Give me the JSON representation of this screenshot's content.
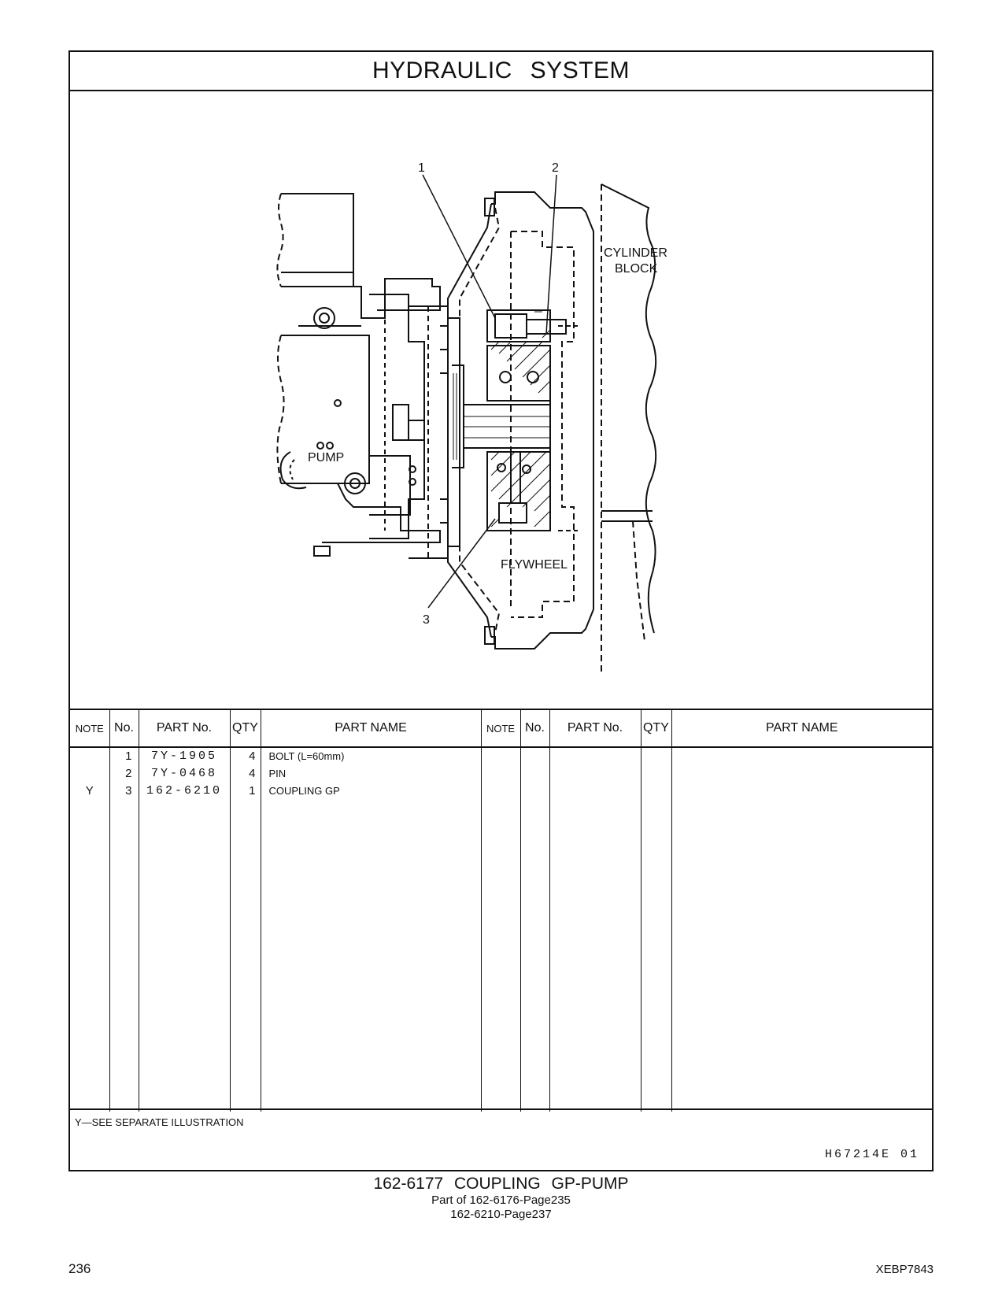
{
  "header": {
    "title": "HYDRAULIC SYSTEM"
  },
  "illustration": {
    "callouts": [
      "1",
      "2",
      "3"
    ],
    "labels": {
      "cylinder_line1": "CYLINDER",
      "cylinder_line2": "BLOCK",
      "pump": "PUMP",
      "flywheel": "FLYWHEEL"
    }
  },
  "table": {
    "headers": {
      "note": "NOTE",
      "no": "No.",
      "part_no": "PART No.",
      "qty": "QTY",
      "part_name": "PART NAME"
    },
    "rows": [
      {
        "note": "",
        "no": "1",
        "part_no": "7Y-1905",
        "qty": "4",
        "part_name": "BOLT (L=60mm)"
      },
      {
        "note": "",
        "no": "2",
        "part_no": "7Y-0468",
        "qty": "4",
        "part_name": "PIN"
      },
      {
        "note": "Y",
        "no": "3",
        "part_no": "162-6210",
        "qty": "1",
        "part_name": "COUPLING GP"
      }
    ]
  },
  "footnote": "Y—SEE SEPARATE ILLUSTRATION",
  "illustration_code": "H67214E 01",
  "caption": {
    "title": "162-6177 COUPLING GP-PUMP",
    "line2": "Part of 162-6176-Page235",
    "line3": "162-6210-Page237"
  },
  "page_number": "236",
  "document_id": "XEBP7843"
}
